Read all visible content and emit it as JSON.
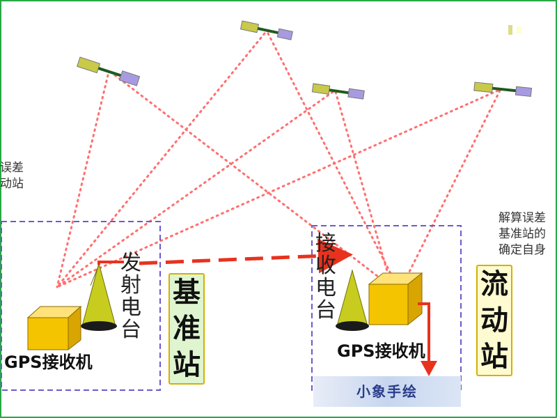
{
  "labels": {
    "left_side_text": "误差\n动站",
    "right_side_text": "解算误差\n基准站的\n确定自身",
    "transmit_radio": "发射电台",
    "receive_radio": "接收电台",
    "gps_receiver_left": "GPS接收机",
    "gps_receiver_right": "GPS接收机",
    "base_station": "基准站",
    "rover_station": "流动站",
    "banner": "小象手绘"
  },
  "colors": {
    "frame_border": "#2aa845",
    "signal_dots": "#ff6f6f",
    "data_link": "#e8321e",
    "station_box": "#6a5acd",
    "receiver_box": "#f5c400",
    "antenna": "#c8cc1e",
    "label_fill": "#fffbd0",
    "label_green_fill": "#dff5cf",
    "satellite_panel_left": "#c9c94a",
    "satellite_panel_right": "#a89ae0",
    "satellite_body": "#1f5a1f"
  },
  "icons": [
    "satellite-icon",
    "antenna-icon",
    "receiver-box-icon"
  ]
}
